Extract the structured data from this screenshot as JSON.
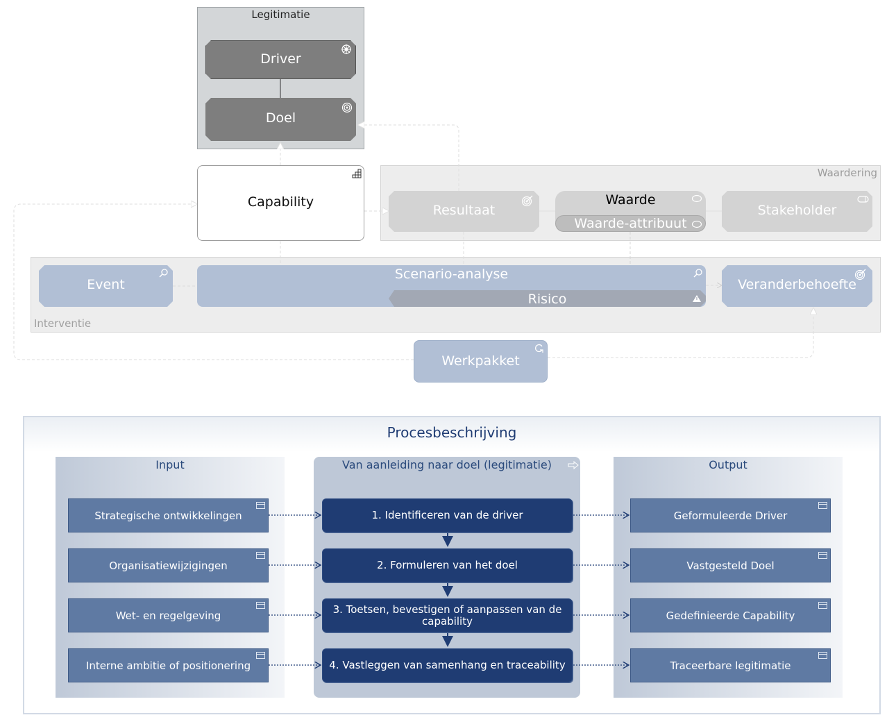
{
  "colors": {
    "legitimatie_bg": "#d3d6d8",
    "dark_node": "#7e7e7e",
    "grey_node": "#d3d3d3",
    "blue_node": "#b1bfd5",
    "step_navy": "#1f3c73",
    "object_blue": "#5f7aa3",
    "title_navy": "#2a4a7c"
  },
  "diagram": {
    "groups": {
      "legitimatie": "Legitimatie",
      "waardering": "Waardering",
      "interventie": "Interventie"
    },
    "nodes": {
      "driver": {
        "label": "Driver",
        "icon": "driver-wheel-icon"
      },
      "doel": {
        "label": "Doel",
        "icon": "goal-target-icon"
      },
      "capability": {
        "label": "Capability",
        "icon": "capability-steps-icon"
      },
      "resultaat": {
        "label": "Resultaat",
        "icon": "outcome-target-icon"
      },
      "waarde": {
        "label": "Waarde",
        "icon": "value-ellipse-icon"
      },
      "waarde_attribuut": {
        "label": "Waarde-attribuut",
        "icon": "value-ellipse-icon"
      },
      "stakeholder": {
        "label": "Stakeholder",
        "icon": "stakeholder-cylinder-icon"
      },
      "event": {
        "label": "Event",
        "icon": "assessment-magnifier-icon"
      },
      "scenario_analyse": {
        "label": "Scenario-analyse",
        "icon": "assessment-magnifier-icon"
      },
      "risico": {
        "label": "Risico",
        "icon": "warning-triangle-icon"
      },
      "veranderbehoefte": {
        "label": "Veranderbehoefte",
        "icon": "outcome-target-icon"
      },
      "werkpakket": {
        "label": "Werkpakket",
        "icon": "work-package-loop-icon"
      }
    }
  },
  "process": {
    "title": "Procesbeschrijving",
    "input": {
      "title": "Input",
      "items": [
        "Strategische ontwikkelingen",
        "Organisatiewijzigingen",
        "Wet- en regelgeving",
        "Interne ambitie of positionering"
      ]
    },
    "main": {
      "title": "Van aanleiding naar doel (legitimatie)",
      "icon": "process-arrow-icon",
      "steps": [
        "1. Identificeren van de driver",
        "2. Formuleren van het doel",
        "3. Toetsen, bevestigen of aanpassen van de capability",
        "4. Vastleggen van samenhang en traceability"
      ]
    },
    "output": {
      "title": "Output",
      "items": [
        "Geformuleerde Driver",
        "Vastgesteld Doel",
        "Gedefinieerde Capability",
        "Traceerbare legitimatie"
      ]
    }
  }
}
